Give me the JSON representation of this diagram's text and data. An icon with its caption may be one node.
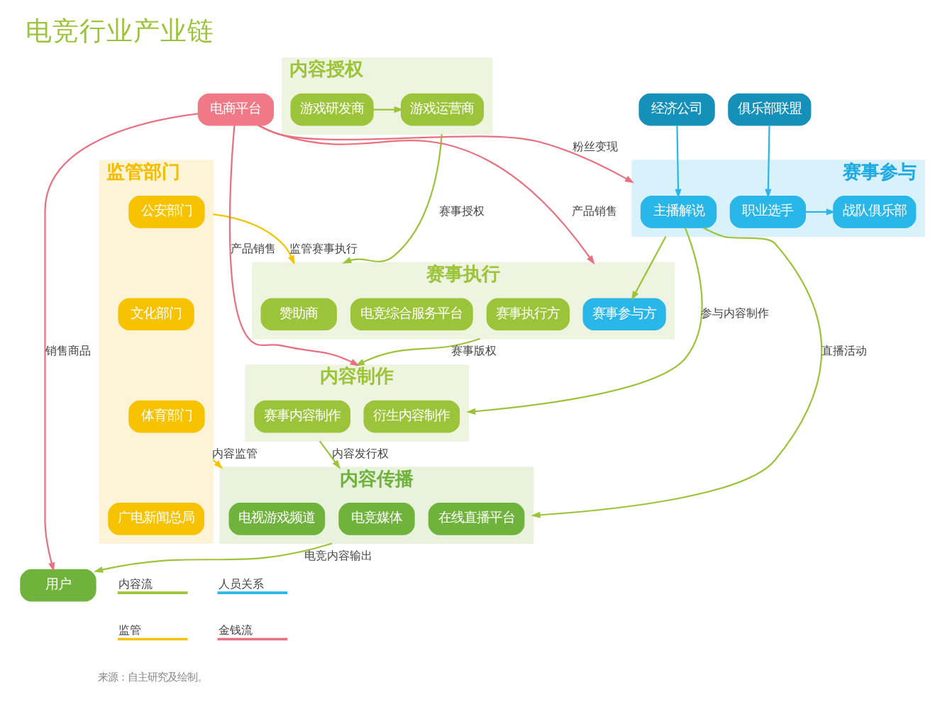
{
  "diagram": {
    "title": "电竞行业产业链",
    "nodes": [
      {
        "text": [
          "内容授权"
        ]
      },
      {
        "text": [
          "游戏研发商"
        ],
        "in": 0
      },
      {
        "text": [
          "游戏运营商"
        ],
        "in": 0
      },
      {
        "text": [
          "俱乐部联盟"
        ]
      },
      {
        "text": [
          "经济公司"
        ]
      },
      {
        "text": [
          "赛事参与"
        ]
      },
      {
        "text": [
          "战队俱乐部"
        ],
        "in": 5
      },
      {
        "text": [
          "职业选手"
        ],
        "in": 5
      },
      {
        "text": [
          "主播解说"
        ],
        "in": 5
      },
      {
        "text": [
          "监管部门"
        ]
      },
      {
        "text": [
          "公安部门"
        ],
        "in": 9
      },
      {
        "text": [
          "文化部门"
        ],
        "in": 9
      },
      {
        "text": [
          "体育部门"
        ],
        "in": 9
      },
      {
        "text": [
          "广电新闻总局"
        ],
        "in": 9
      },
      {
        "text": [
          "赛事执行"
        ]
      },
      {
        "text": [
          "赞助商"
        ],
        "in": 14
      },
      {
        "text": [
          "赛事执行方"
        ],
        "in": 14
      },
      {
        "text": [
          "电竞综合服务平台"
        ],
        "in": 14
      },
      {
        "text": [
          "赛事参与方"
        ],
        "in": 14
      },
      {
        "text": [
          "内容制作"
        ]
      },
      {
        "text": [
          "赛事内容制作"
        ],
        "in": 19
      },
      {
        "text": [
          "衍生内容制作"
        ],
        "in": 19
      },
      {
        "text": [
          "内容传播"
        ]
      },
      {
        "text": [
          "电视游戏频道"
        ],
        "in": 22
      },
      {
        "text": [
          "电竞媒体"
        ],
        "in": 22
      },
      {
        "text": [
          "在线直播平台"
        ],
        "in": 22
      },
      {
        "text": [
          "电商平台"
        ]
      },
      {
        "text": [
          "用户"
        ]
      }
    ],
    "edges": [
      {
        "from": 1,
        "to": 2,
        "arrow": "to"
      },
      {
        "from": 0,
        "to": 14,
        "arrow": "to",
        "label": "赛事授权"
      },
      {
        "from": 3,
        "to": 7,
        "arrow": "to",
        "color": "#29b6e8"
      },
      {
        "from": 4,
        "to": 8,
        "arrow": "to",
        "color": "#29b6e8"
      },
      {
        "from": 7,
        "to": 6,
        "arrow": "to",
        "color": "#29b6e8"
      },
      {
        "from": 9,
        "to": 14,
        "arrow": "to",
        "label": "监管赛事执行",
        "color": "#f5c400"
      },
      {
        "from": 5,
        "to": 18,
        "arrow": "to"
      },
      {
        "from": 14,
        "to": 19,
        "arrow": "to",
        "label": "赛事版权"
      },
      {
        "from": 8,
        "to": 22,
        "arrow": "to",
        "label": "直播活动"
      },
      {
        "from": 8,
        "to": 19,
        "arrow": "to",
        "label": "参与内容制作"
      },
      {
        "from": 26,
        "to": 5,
        "arrow": "to",
        "label": "粉丝变现",
        "color": "#e8707f"
      },
      {
        "from": 26,
        "to": 14,
        "arrow": "to",
        "label": "产品销售",
        "color": "#e8707f"
      },
      {
        "from": 26,
        "to": 19,
        "arrow": "to",
        "label": "产品销售",
        "color": "#e8707f"
      },
      {
        "from": 19,
        "to": 22,
        "arrow": "to",
        "label": "内容发行权"
      },
      {
        "from": 9,
        "to": 22,
        "arrow": "to",
        "label": "内容监管",
        "color": "#f5c400"
      },
      {
        "from": 22,
        "to": 27,
        "arrow": "to",
        "label": "电竞内容输出"
      },
      {
        "from": 26,
        "to": 27,
        "arrow": "to",
        "label": "销售商品",
        "color": "#e8707f"
      }
    ],
    "labels": [
      "来源：自主研究及绘制。"
    ],
    "legend": [
      {
        "text": "内容流"
      },
      {
        "text": "人员关系"
      },
      {
        "text": "监管"
      },
      {
        "text": "金钱流"
      }
    ]
  }
}
